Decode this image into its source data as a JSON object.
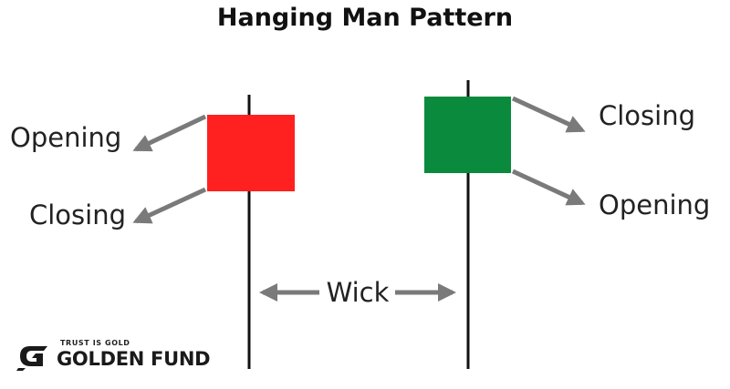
{
  "title": "Hanging Man Pattern",
  "labels": {
    "left_opening": "Opening",
    "left_closing": "Closing",
    "right_closing": "Closing",
    "right_opening": "Opening",
    "wick": "Wick"
  },
  "candles": {
    "bearish_color": "#ff2020",
    "bullish_color": "#0a8a3c"
  },
  "colors": {
    "wick": "#111111",
    "arrow": "#7a7a7a"
  },
  "logo": {
    "tagline": "TRUST IS GOLD",
    "name": "GOLDEN FUND",
    "icon": "golden-fund-logo-mark"
  }
}
